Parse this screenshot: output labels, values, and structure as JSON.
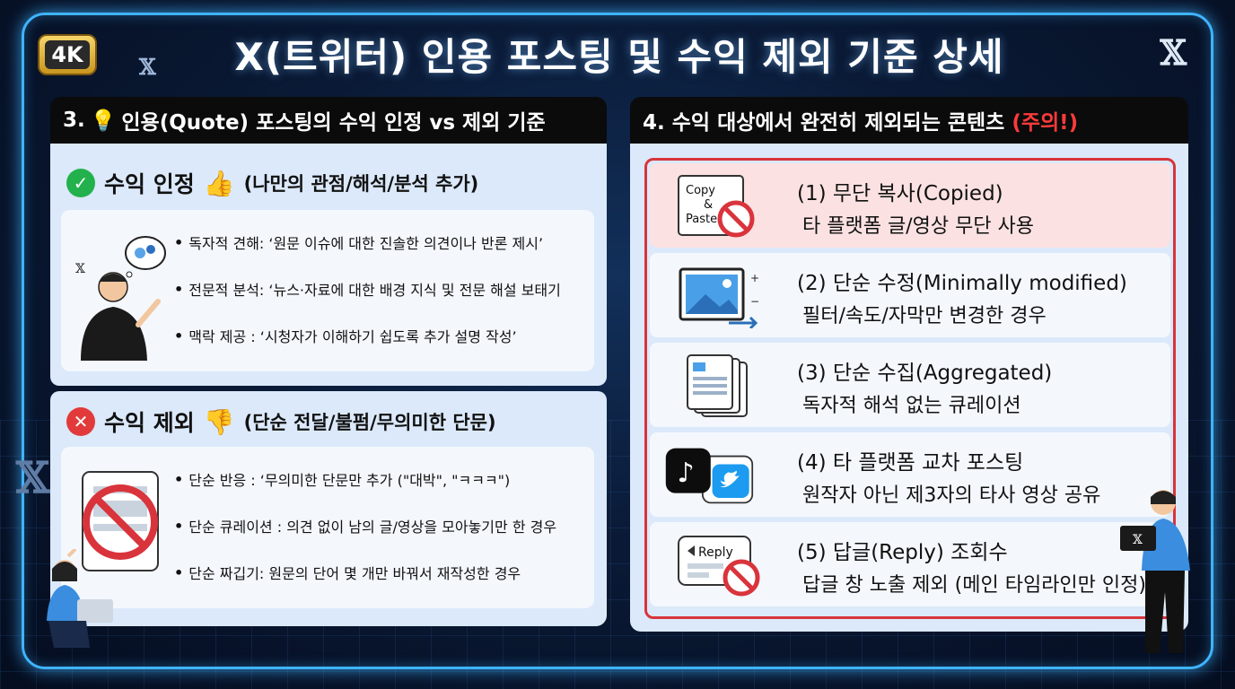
{
  "badge": "4K",
  "title": "X(트위터) 인용 포스팅 및 수익 제외 기준 상세",
  "left": {
    "header_number": "3.",
    "header_text": "인용(Quote) 포스팅의 수익 인정 vs 제외 기준",
    "include": {
      "heading": "수익 인정",
      "sub": "(나만의 관점/해석/분석 추가)",
      "bullets": [
        "독자적 견해: ‘원문 이슈에 대한 진솔한 의견이나 반론 제시’",
        "전문적 분석: ‘뉴스·자료에 대한 배경 지식 및 전문 해설 보태기",
        "맥락 제공 : ‘시청자가 이해하기 쉽도록 추가 설명 작성’"
      ]
    },
    "exclude": {
      "heading": "수익 제외",
      "sub": "(단순 전달/불펌/무의미한 단문)",
      "bullets": [
        "단순 반응 : ‘무의미한 단문만 추가 (\"대박\", \"ㅋㅋㅋ\")",
        "단순 큐레이션 : 의견 없이 남의 글/영상을 모아놓기만 한 경우",
        "단순 짜깁기: 원문의 단어 몇 개만 바꿔서 재작성한 경우"
      ]
    }
  },
  "right": {
    "header_text": "4. 수익 대상에서 완전히 제외되는 콘텐츠",
    "header_warning": "(주의!)",
    "items": [
      {
        "title": "(1) 무단 복사(Copied)",
        "desc": "타 플랫폼 글/영상 무단 사용",
        "icon": "copy-paste-prohibited-icon",
        "icon_text": "Copy & Paste"
      },
      {
        "title": "(2) 단순 수정(Minimally modified)",
        "desc": "필터/속도/자막만 변경한 경우",
        "icon": "image-edit-icon"
      },
      {
        "title": "(3) 단순 수집(Aggregated)",
        "desc": "독자적 해석 없는 큐레이션",
        "icon": "stacked-docs-icon"
      },
      {
        "title": "(4) 타 플랫폼 교차 포스팅",
        "desc": "원작자 아닌 제3자의 타사 영상 공유",
        "icon": "tiktok-twitter-icon"
      },
      {
        "title": "(5) 답글(Reply) 조회수",
        "desc": "답글 창 노출 제외 (메인 타임라인만 인정)",
        "icon": "reply-prohibited-icon",
        "icon_text": "Reply"
      }
    ]
  },
  "colors": {
    "frame": "#3fb3ff",
    "header_bg": "#0b0b0b",
    "warning": "#ff3b3b",
    "ok": "#22b14c",
    "no": "#e23a3a"
  }
}
